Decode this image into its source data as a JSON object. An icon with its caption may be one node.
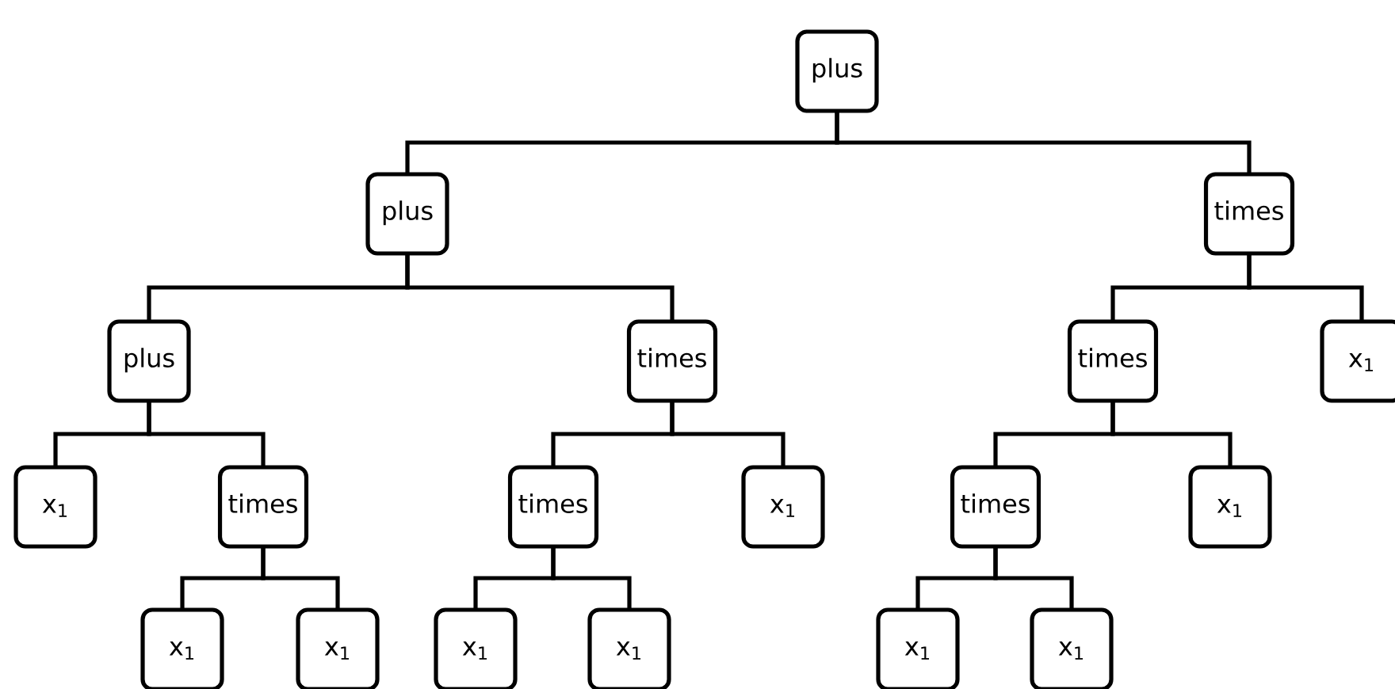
{
  "diagram": {
    "nodes": [
      {
        "text": [
          "plus"
        ]
      },
      {
        "text": [
          "plus"
        ]
      },
      {
        "text": [
          "times"
        ]
      },
      {
        "text": [
          "plus"
        ]
      },
      {
        "text": [
          "times"
        ]
      },
      {
        "text": [
          "times"
        ]
      },
      {
        "text": [
          "x$_{1}$"
        ]
      },
      {
        "text": [
          "x$_{1}$"
        ]
      },
      {
        "text": [
          "times"
        ]
      },
      {
        "text": [
          "times"
        ]
      },
      {
        "text": [
          "x$_{1}$"
        ]
      },
      {
        "text": [
          "times"
        ]
      },
      {
        "text": [
          "x$_{1}$"
        ]
      },
      {
        "text": [
          "x$_{1}$"
        ]
      },
      {
        "text": [
          "x$_{1}$"
        ]
      },
      {
        "text": [
          "x$_{1}$"
        ]
      },
      {
        "text": [
          "x$_{1}$"
        ]
      },
      {
        "text": [
          "x$_{1}$"
        ]
      },
      {
        "text": [
          "x$_{1}$"
        ]
      }
    ],
    "edges": [
      {
        "from": 0,
        "to": 1,
        "arrow": "none"
      },
      {
        "from": 0,
        "to": 2,
        "arrow": "none"
      },
      {
        "from": 1,
        "to": 3,
        "arrow": "none"
      },
      {
        "from": 1,
        "to": 4,
        "arrow": "none"
      },
      {
        "from": 2,
        "to": 5,
        "arrow": "none"
      },
      {
        "from": 2,
        "to": 6,
        "arrow": "none"
      },
      {
        "from": 3,
        "to": 7,
        "arrow": "none"
      },
      {
        "from": 3,
        "to": 8,
        "arrow": "none"
      },
      {
        "from": 4,
        "to": 9,
        "arrow": "none"
      },
      {
        "from": 4,
        "to": 10,
        "arrow": "none"
      },
      {
        "from": 5,
        "to": 11,
        "arrow": "none"
      },
      {
        "from": 5,
        "to": 12,
        "arrow": "none"
      },
      {
        "from": 8,
        "to": 13,
        "arrow": "none"
      },
      {
        "from": 8,
        "to": 14,
        "arrow": "none"
      },
      {
        "from": 9,
        "to": 15,
        "arrow": "none"
      },
      {
        "from": 9,
        "to": 16,
        "arrow": "none"
      },
      {
        "from": 11,
        "to": 17,
        "arrow": "none"
      },
      {
        "from": 11,
        "to": 18,
        "arrow": "none"
      }
    ]
  }
}
